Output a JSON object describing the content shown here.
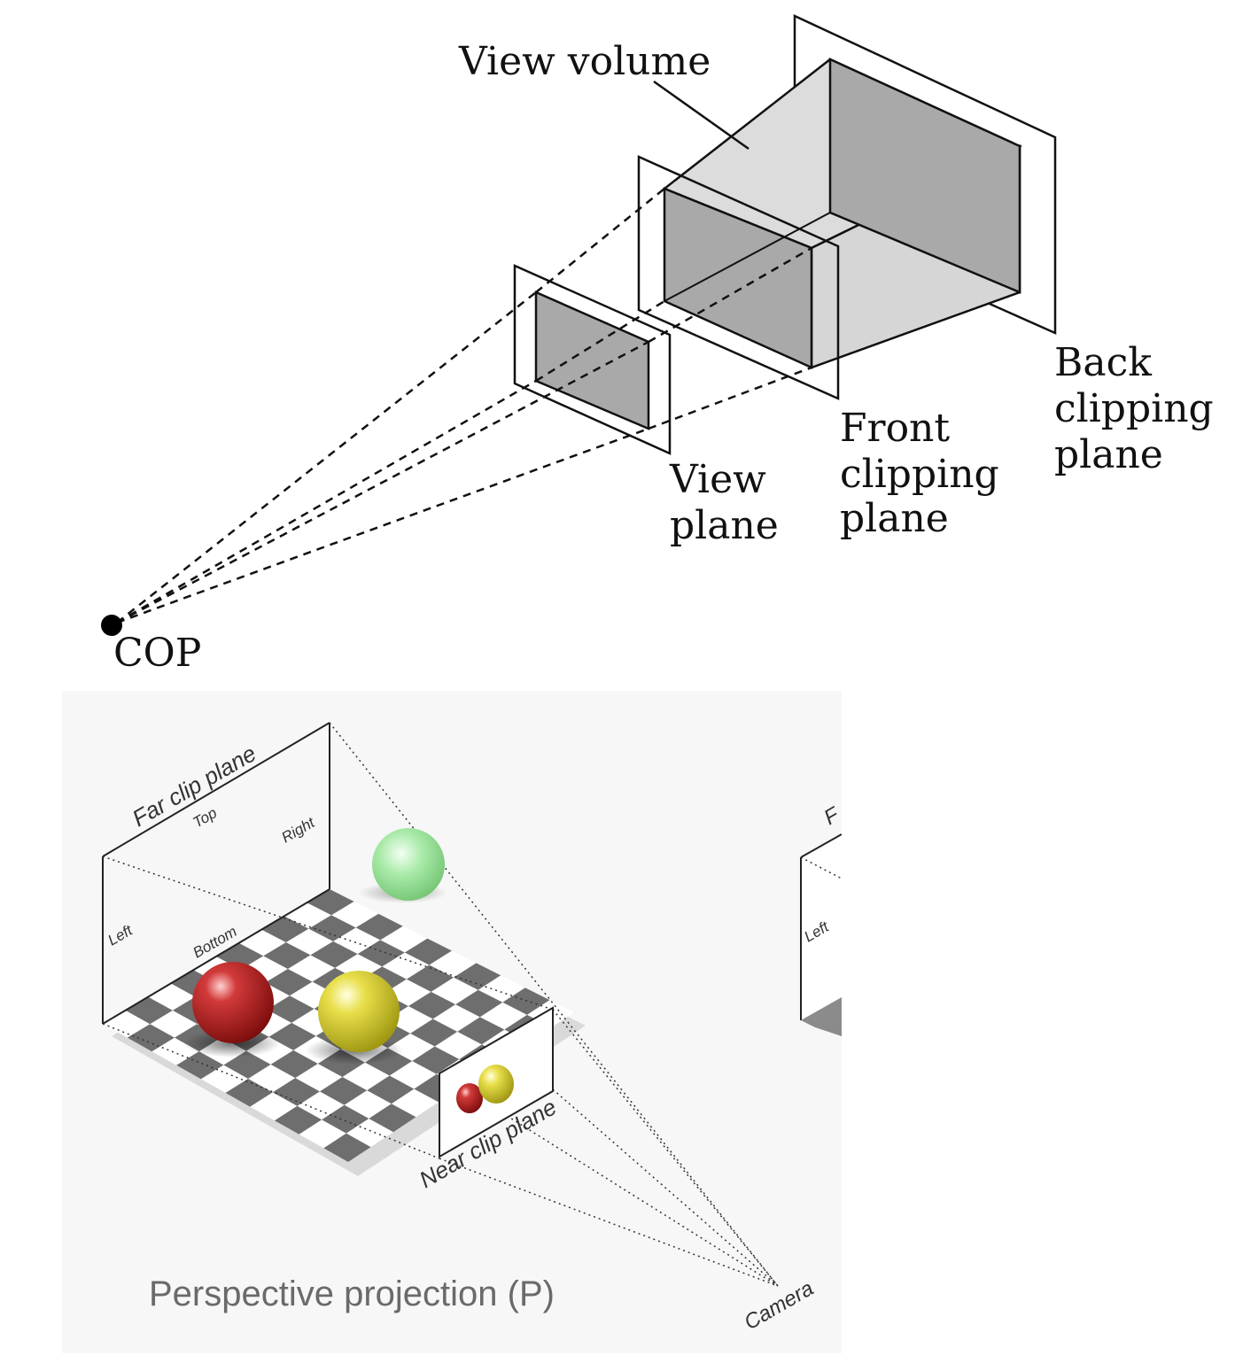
{
  "top_diagram": {
    "view_volume": "View volume",
    "view_plane": [
      "View",
      "plane"
    ],
    "front_clipping_plane": [
      "Front",
      "clipping",
      "plane"
    ],
    "back_clipping_plane": [
      "Back",
      "clipping",
      "plane"
    ],
    "cop": "COP"
  },
  "bottom_diagram": {
    "far_clip_plane": "Far clip plane",
    "top": "Top",
    "right": "Right",
    "left": "Left",
    "bottom": "Bottom",
    "near_clip_plane": "Near clip plane",
    "camera": "Camera",
    "caption": "Perspective projection (P)",
    "cropped_panel_far_letter": "F",
    "cropped_panel_left": "Left"
  },
  "colors": {
    "sphere_red": "#b01a1a",
    "sphere_yellow": "#d8cc2a",
    "sphere_green": "#8fe08f",
    "checker_dark": "#6e6e6e",
    "checker_light": "#ffffff",
    "volume_fill": "#d2d2d2",
    "volume_fill_dark": "#a9a9a9"
  }
}
